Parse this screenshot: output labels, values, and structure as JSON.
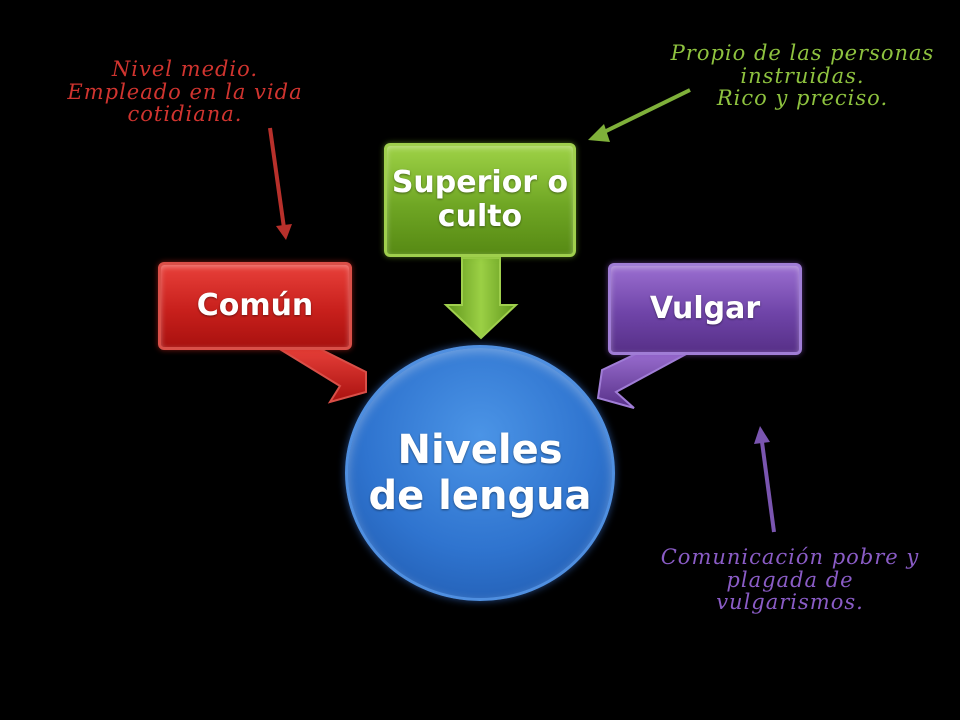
{
  "diagram": {
    "center": {
      "line1": "Niveles",
      "line2": "de lengua",
      "color": "#2f74cf"
    },
    "levels": {
      "comun": {
        "label": "Común",
        "color": "#c8201c"
      },
      "superior": {
        "line1": "Superior o",
        "line2": "culto",
        "color": "#6fa624"
      },
      "vulgar": {
        "label": "Vulgar",
        "color": "#6f44a8"
      }
    },
    "notes": {
      "comun": {
        "lines": [
          "Nivel medio.",
          "Empleado en la vida",
          "cotidiana."
        ],
        "color": "#d0342f"
      },
      "superior": {
        "lines": [
          "Propio de las personas",
          "instruidas.",
          "Rico y preciso."
        ],
        "color": "#8ec23f"
      },
      "vulgar": {
        "lines": [
          "Comunicación pobre y",
          "plagada de",
          "vulgarismos."
        ],
        "color": "#8a5cc6"
      }
    }
  }
}
